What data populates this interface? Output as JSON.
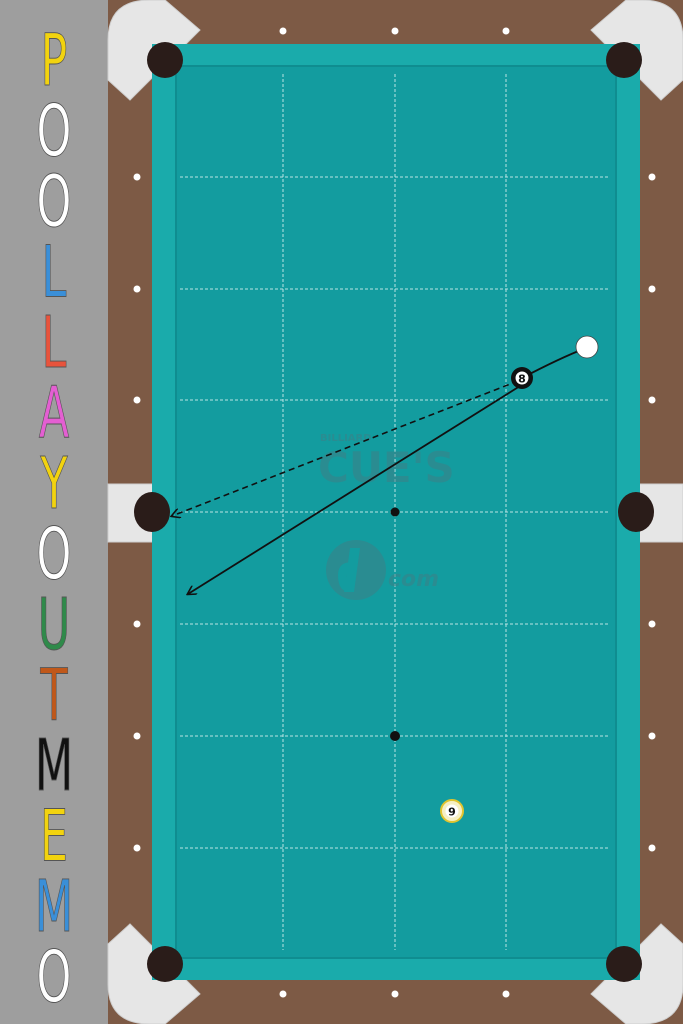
{
  "title_letters": [
    {
      "char": "P",
      "color": "#f2d30f"
    },
    {
      "char": "O",
      "color": "#ffffff"
    },
    {
      "char": "O",
      "color": "#ffffff"
    },
    {
      "char": "L",
      "color": "#3a8fd8"
    },
    {
      "char": "L",
      "color": "#e8533c"
    },
    {
      "char": "A",
      "color": "#e45fd2"
    },
    {
      "char": "Y",
      "color": "#f2d30f"
    },
    {
      "char": "O",
      "color": "#ffffff"
    },
    {
      "char": "U",
      "color": "#2f8a4a"
    },
    {
      "char": "T",
      "color": "#c0581a"
    },
    {
      "char": "M",
      "color": "#111111"
    },
    {
      "char": "E",
      "color": "#f2d30f"
    },
    {
      "char": "M",
      "color": "#3a8fd8"
    },
    {
      "char": "O",
      "color": "#ffffff"
    }
  ],
  "watermark": {
    "small_text": "BILLIARD",
    "brand_text": "CUE'S",
    "sub_text": "com"
  },
  "balls": {
    "eight": {
      "label": "8"
    },
    "nine": {
      "label": "9"
    }
  },
  "colors": {
    "felt": "#139c9f",
    "rail": "#1aabab",
    "wood": "#7d5a45",
    "background": "#9e9e9e",
    "pocket": "#2a1c19"
  }
}
